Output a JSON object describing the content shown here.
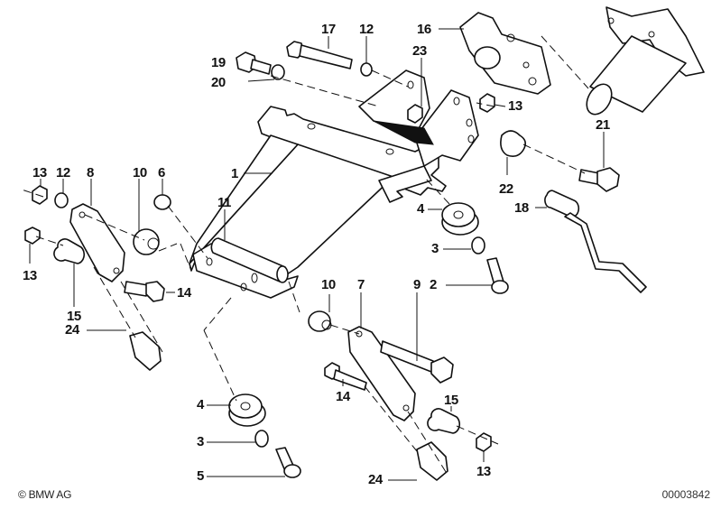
{
  "diagram": {
    "title": "Steering column mounting parts (exploded view)",
    "copyright": "© BMW AG",
    "document_number": "00003842",
    "callouts": [
      {
        "id": "c1",
        "label": "1",
        "part": "steering column support bracket"
      },
      {
        "id": "c2",
        "label": "2",
        "part": "bolt"
      },
      {
        "id": "c3a",
        "label": "3",
        "part": "sleeve"
      },
      {
        "id": "c3b",
        "label": "3",
        "part": "sleeve"
      },
      {
        "id": "c4a",
        "label": "4",
        "part": "rubber mount"
      },
      {
        "id": "c4b",
        "label": "4",
        "part": "rubber mount"
      },
      {
        "id": "c5",
        "label": "5",
        "part": "bolt"
      },
      {
        "id": "c6",
        "label": "6",
        "part": "washer"
      },
      {
        "id": "c7",
        "label": "7",
        "part": "bracket right"
      },
      {
        "id": "c8",
        "label": "8",
        "part": "bracket left"
      },
      {
        "id": "c9",
        "label": "9",
        "part": "hex bolt"
      },
      {
        "id": "c10a",
        "label": "10",
        "part": "rubber bushing"
      },
      {
        "id": "c10b",
        "label": "10",
        "part": "rubber bushing"
      },
      {
        "id": "c11",
        "label": "11",
        "part": "tube"
      },
      {
        "id": "c12a",
        "label": "12",
        "part": "washer"
      },
      {
        "id": "c12b",
        "label": "12",
        "part": "washer"
      },
      {
        "id": "c13a",
        "label": "13",
        "part": "hex nut"
      },
      {
        "id": "c13b",
        "label": "13",
        "part": "hex nut"
      },
      {
        "id": "c13c",
        "label": "13",
        "part": "hex nut"
      },
      {
        "id": "c13d",
        "label": "13",
        "part": "hex nut"
      },
      {
        "id": "c14a",
        "label": "14",
        "part": "hex bolt"
      },
      {
        "id": "c14b",
        "label": "14",
        "part": "hex bolt"
      },
      {
        "id": "c15a",
        "label": "15",
        "part": "rubber buffer"
      },
      {
        "id": "c15b",
        "label": "15",
        "part": "rubber buffer"
      },
      {
        "id": "c16",
        "label": "16",
        "part": "clamp block"
      },
      {
        "id": "c17",
        "label": "17",
        "part": "hex bolt"
      },
      {
        "id": "c18",
        "label": "18",
        "part": "lever"
      },
      {
        "id": "c19",
        "label": "19",
        "part": "hex bolt"
      },
      {
        "id": "c20",
        "label": "20",
        "part": "washer"
      },
      {
        "id": "c21",
        "label": "21",
        "part": "hex bolt"
      },
      {
        "id": "c22",
        "label": "22",
        "part": "lock plate"
      },
      {
        "id": "c23",
        "label": "23",
        "part": "nut"
      },
      {
        "id": "c24a",
        "label": "24",
        "part": "clip nut"
      },
      {
        "id": "c24b",
        "label": "24",
        "part": "clip nut"
      }
    ]
  }
}
